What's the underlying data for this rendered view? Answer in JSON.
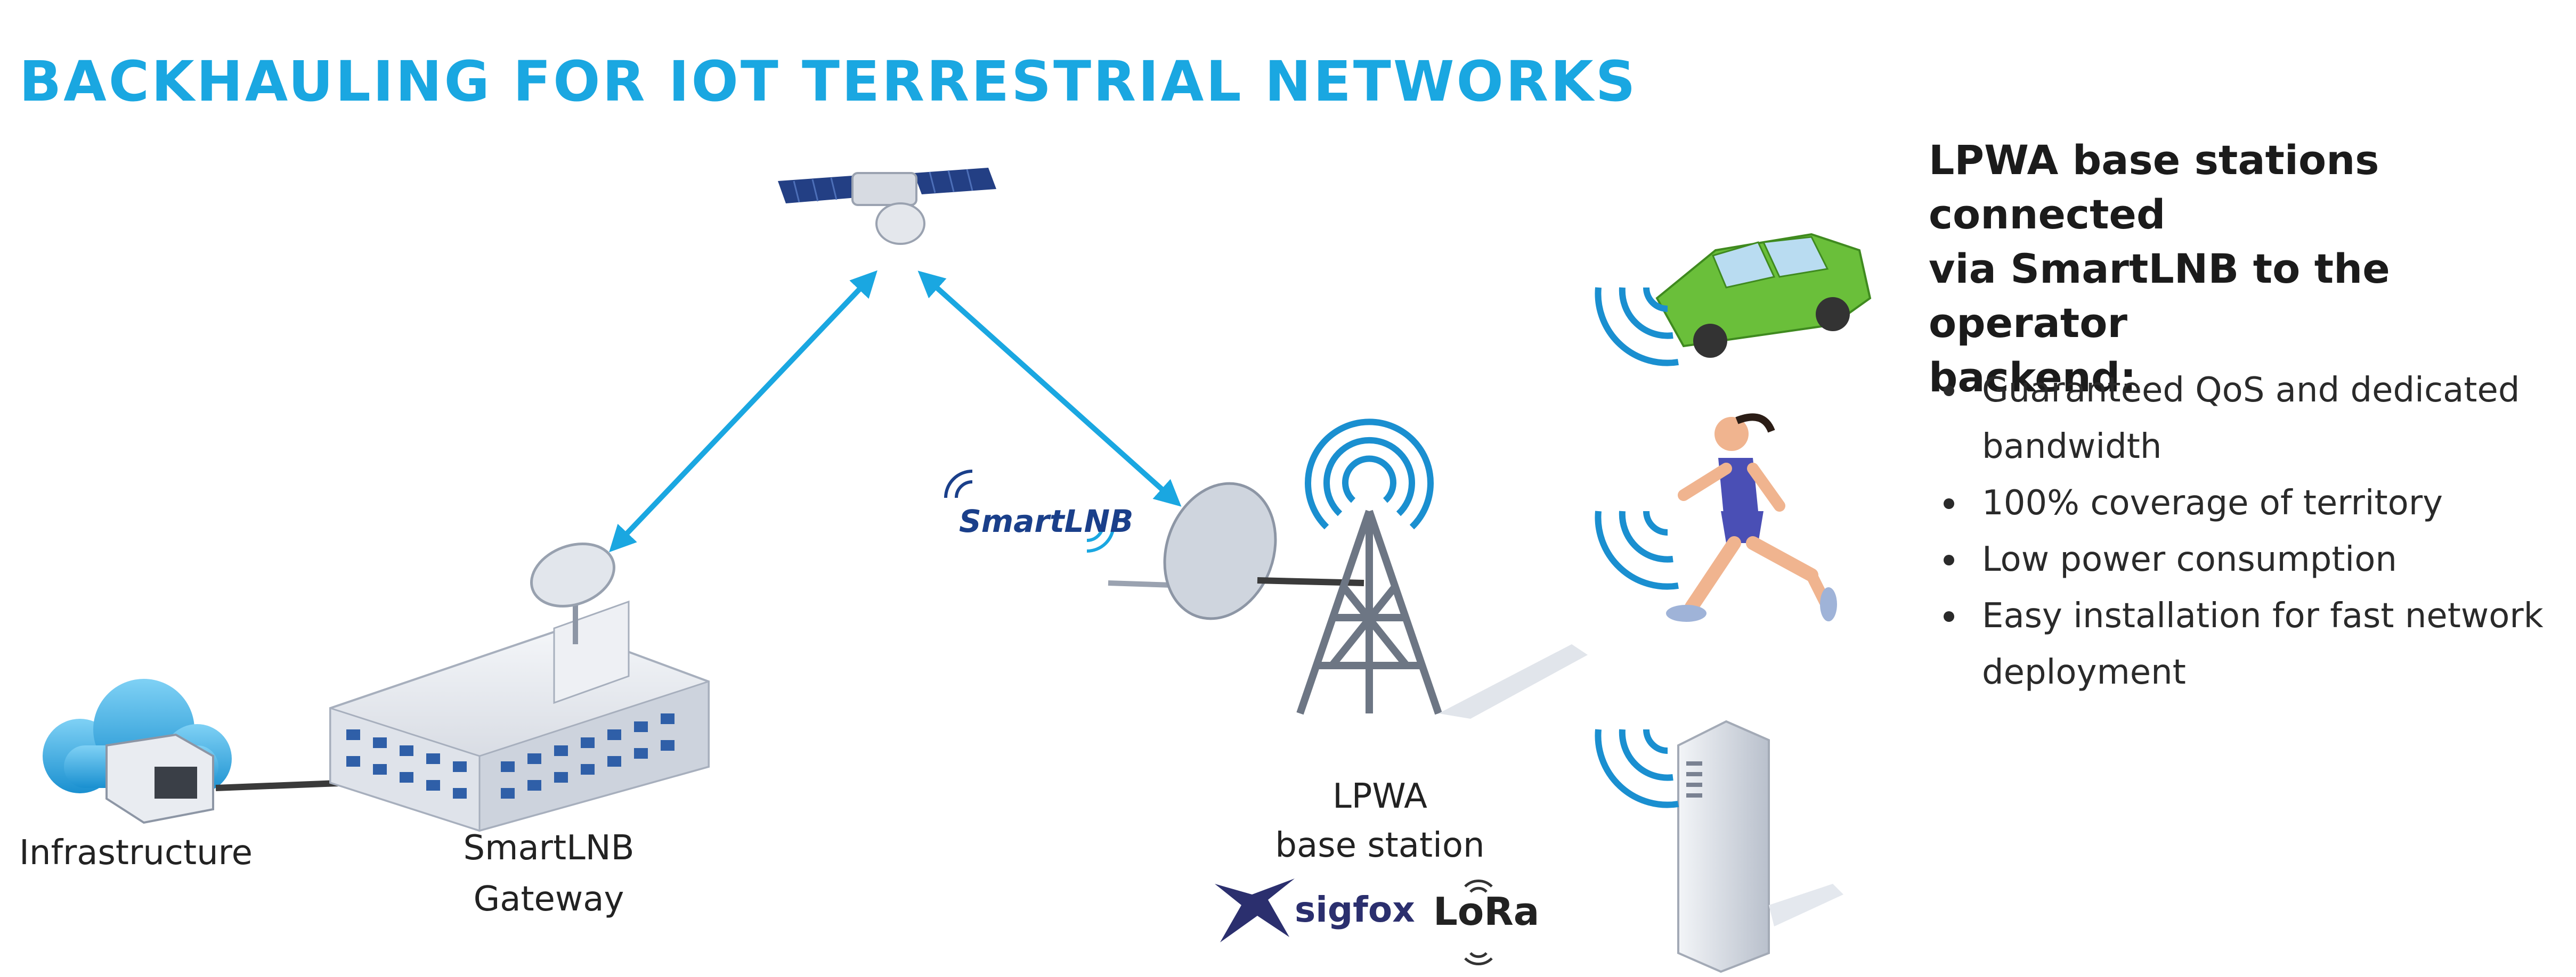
{
  "title": "BACKHAULING FOR IOT TERRESTRIAL NETWORKS",
  "nodes": {
    "infrastructure": "Infrastructure",
    "gateway_line1": "SmartLNB",
    "gateway_line2": "Gateway",
    "base_station_line1": "LPWA",
    "base_station_line2": "base station"
  },
  "logos": {
    "smartlnb": "SmartLNB",
    "sigfox": "sigfox",
    "lora": "LoRa"
  },
  "panel": {
    "heading_lines": [
      "LPWA base stations connected",
      "via SmartLNB to the operator",
      "backend:"
    ],
    "bullets": [
      [
        "Guaranteed QoS and dedicated",
        "bandwidth"
      ],
      [
        "100% coverage of territory"
      ],
      [
        "Low power consumption"
      ],
      [
        "Easy installation for fast network",
        "deployment"
      ]
    ]
  },
  "colors": {
    "accent": "#1aa7e1",
    "link_arrow": "#1aa7e1",
    "car": "#6abf3a",
    "runner_outfit": "#4a4fb5"
  },
  "icons": [
    "satellite-icon",
    "cloud-server-icon",
    "building-icon",
    "dish-icon",
    "tower-icon",
    "car-icon",
    "runner-icon",
    "smart-meter-icon",
    "signal-waves-icon"
  ]
}
